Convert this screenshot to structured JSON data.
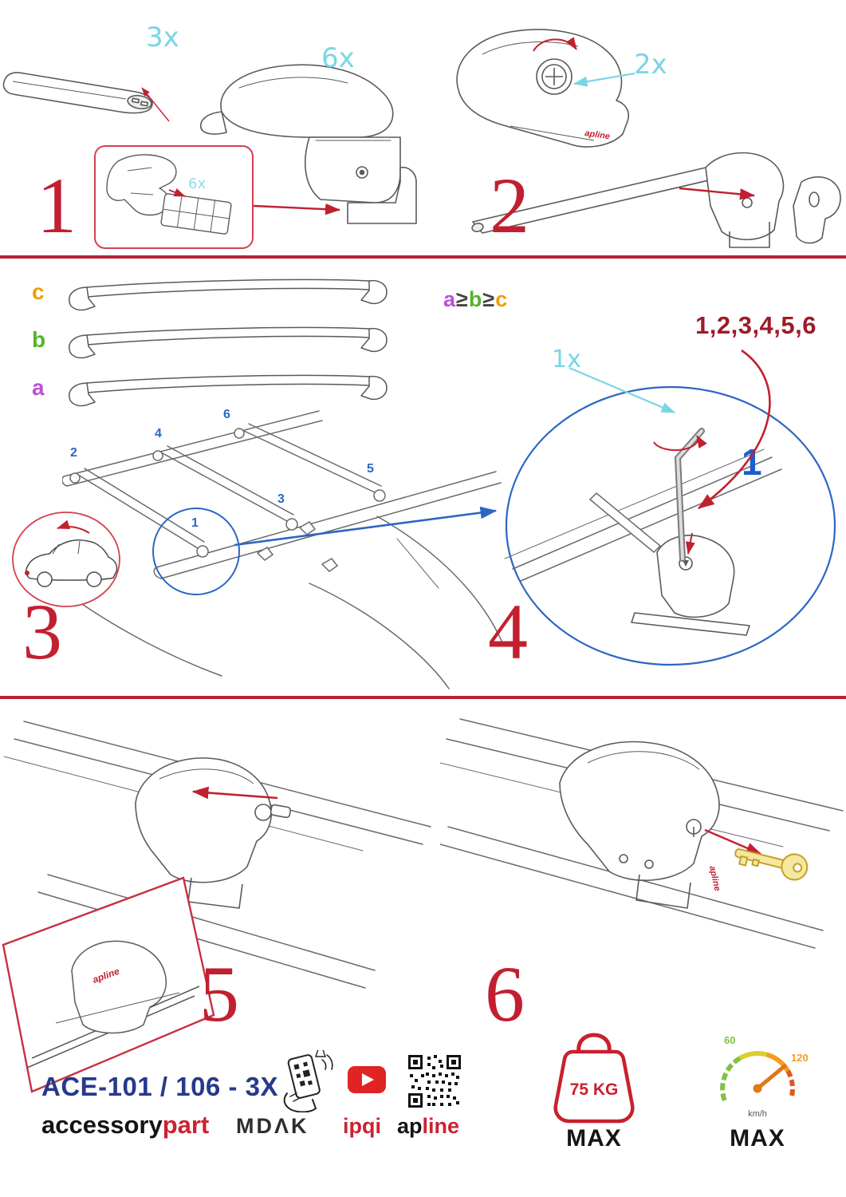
{
  "steps": {
    "s1": {
      "num": "1",
      "bar_qty": "3x",
      "foot_qty": "6x",
      "pad_qty": "6x"
    },
    "s2": {
      "num": "2",
      "knob_qty": "2x"
    },
    "s3": {
      "num": "3",
      "label_a": "a",
      "label_b": "b",
      "label_c": "c",
      "rule": {
        "a": "a",
        "ge1": "≥",
        "b": "b",
        "ge2": "≥",
        "c": "c"
      },
      "positions": [
        "1",
        "2",
        "3",
        "4",
        "5",
        "6"
      ]
    },
    "s4": {
      "num": "4",
      "key_qty": "1x",
      "sequence": "1,2,3,4,5,6",
      "start": "1"
    },
    "s5": {
      "num": "5"
    },
    "s6": {
      "num": "6"
    }
  },
  "product": {
    "model": "ACE-101 / 106 - 3X",
    "brand_black": "accessory",
    "brand_red": "part",
    "logo_black": "ap",
    "logo_red": "line",
    "logo_full": "apline",
    "partner_mdak": "MDΛK",
    "partner_ipqi": "ipqi"
  },
  "limits": {
    "weight_value": "75 KG",
    "weight_max": "MAX",
    "speed_low": "60",
    "speed_high": "120",
    "speed_unit": "km/h",
    "speed_max": "MAX"
  },
  "colors": {
    "step_red": "#c22030",
    "cyan": "#79d6e5",
    "blue": "#2b66c4",
    "dark_red": "#9e1b2a",
    "navy": "#27398d",
    "label_a": "#bb4fd8",
    "label_b": "#56b32a",
    "label_c": "#f0a000"
  }
}
